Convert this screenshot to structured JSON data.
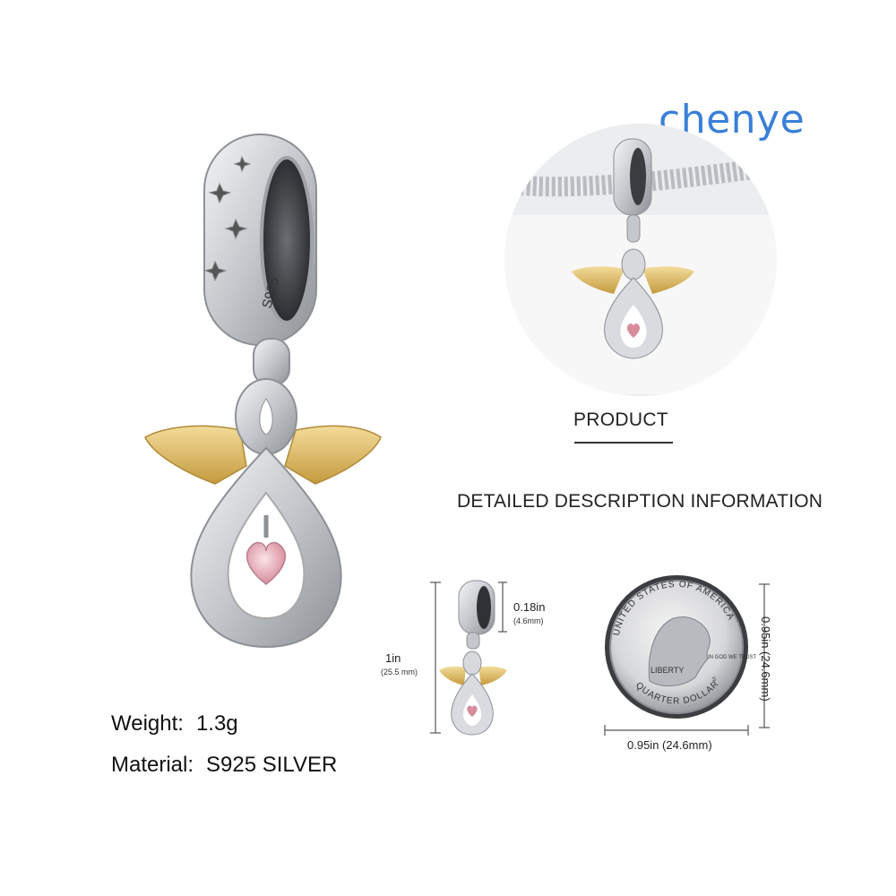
{
  "brand": {
    "name": "chenye",
    "color": "#3a7fd8"
  },
  "product_section": {
    "title": "PRODUCT"
  },
  "description_section": {
    "title": "DETAILED DESCRIPTION INFORMATION"
  },
  "specs": {
    "weight": {
      "label": "Weight:",
      "value": "1.3g"
    },
    "material": {
      "label": "Material:",
      "value": "S925 SILVER"
    }
  },
  "charm_marking": "S925",
  "dimensions": {
    "height_in": "1in",
    "height_mm": "(25.5 mm)",
    "bail_in": "0.18in",
    "bail_mm": "(4.6mm)",
    "coin_width": "0.95in  (24.6mm)",
    "coin_height": "0.95in  (24.6mm)"
  },
  "coin": {
    "top_text": "UNITED STATES OF AMERICA",
    "liberty": "LIBERTY",
    "motto": "IN GOD WE TRUST",
    "bottom_text": "QUARTER DOLLAR",
    "mint": "S"
  },
  "colors": {
    "silver": "#c9ccd0",
    "gold": "#d8b25a",
    "pink_stone": "#e7a9b4"
  }
}
